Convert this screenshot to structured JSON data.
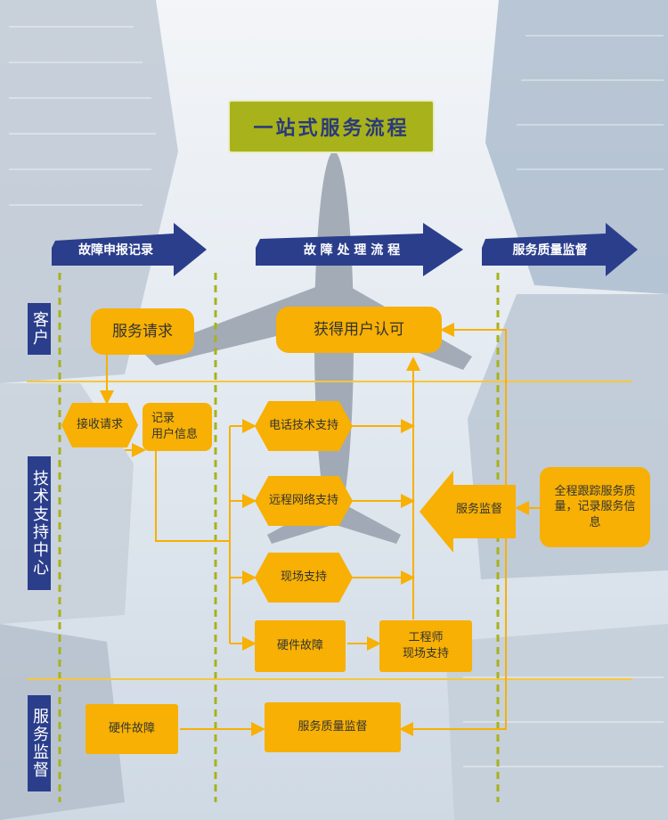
{
  "title": "一站式服务流程",
  "phases": [
    "故障申报记录",
    "故 障 处 理 流 程",
    "服务质量监督"
  ],
  "rows": [
    "客户",
    "技术支持中心",
    "服务监督"
  ],
  "nodes": {
    "service_request": "服务请求",
    "get_approval": "获得用户认可",
    "receive_request": "接收请求",
    "record_user_info": "记录\n用户信息",
    "phone_support": "电话技术支持",
    "remote_support": "远程网络支持",
    "onsite_support": "现场支持",
    "hardware_fault": "硬件故障",
    "engineer_onsite": "工程师\n现场支持",
    "service_monitor": "服务监督",
    "full_tracking": "全程跟踪服务质量，记录服务信息",
    "hw_fault_bottom": "硬件故障",
    "quality_monitor_bottom": "服务质量监督"
  },
  "colors": {
    "node_fill": "#f7b003",
    "arrow_phase": "#2b3e8c",
    "title_bg": "#a8b21a",
    "flow_line": "#f7b003",
    "divider": "#a8b21a"
  }
}
